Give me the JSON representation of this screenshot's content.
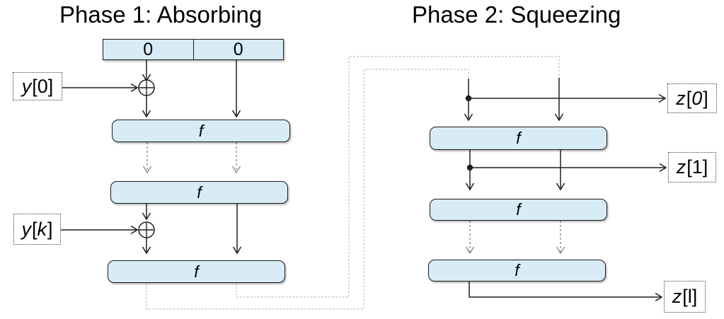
{
  "phase1": {
    "title": "Phase 1: Absorbing",
    "state_cells": [
      "0",
      "0"
    ],
    "f_labels": [
      "f",
      "f",
      "f"
    ],
    "inputs": [
      {
        "name": "y[0]",
        "segments": [
          {
            "text": "y",
            "italic": true
          },
          {
            "text": "[0]",
            "italic": false
          }
        ]
      },
      {
        "name": "y[k]",
        "segments": [
          {
            "text": "y",
            "italic": true
          },
          {
            "text": "[",
            "italic": false
          },
          {
            "text": "k",
            "italic": true
          },
          {
            "text": "]",
            "italic": false
          }
        ]
      }
    ]
  },
  "phase2": {
    "title": "Phase 2: Squeezing",
    "f_labels": [
      "f",
      "f",
      "f"
    ],
    "outputs": [
      {
        "name": "z[0]",
        "segments": [
          {
            "text": "z",
            "italic": true
          },
          {
            "text": "[",
            "italic": false
          },
          {
            "text": "0",
            "italic": true
          },
          {
            "text": "]",
            "italic": false
          }
        ]
      },
      {
        "name": "z[1]",
        "segments": [
          {
            "text": "z",
            "italic": true
          },
          {
            "text": "[1]",
            "italic": false
          }
        ]
      },
      {
        "name": "z[l]",
        "segments": [
          {
            "text": "z",
            "italic": true
          },
          {
            "text": "[l]",
            "italic": false
          }
        ]
      }
    ]
  },
  "icons": {
    "xor": "⊕",
    "branch_dot": "●",
    "arrowhead": "open V chevron"
  },
  "colors": {
    "box_fill": "#d7ecf7",
    "box_border": "#1a1a1a",
    "line": "#1f1f1f",
    "dashed_gray": "#8c8c8c",
    "feedback_gray": "#c3c3c3",
    "text": "#000000"
  }
}
